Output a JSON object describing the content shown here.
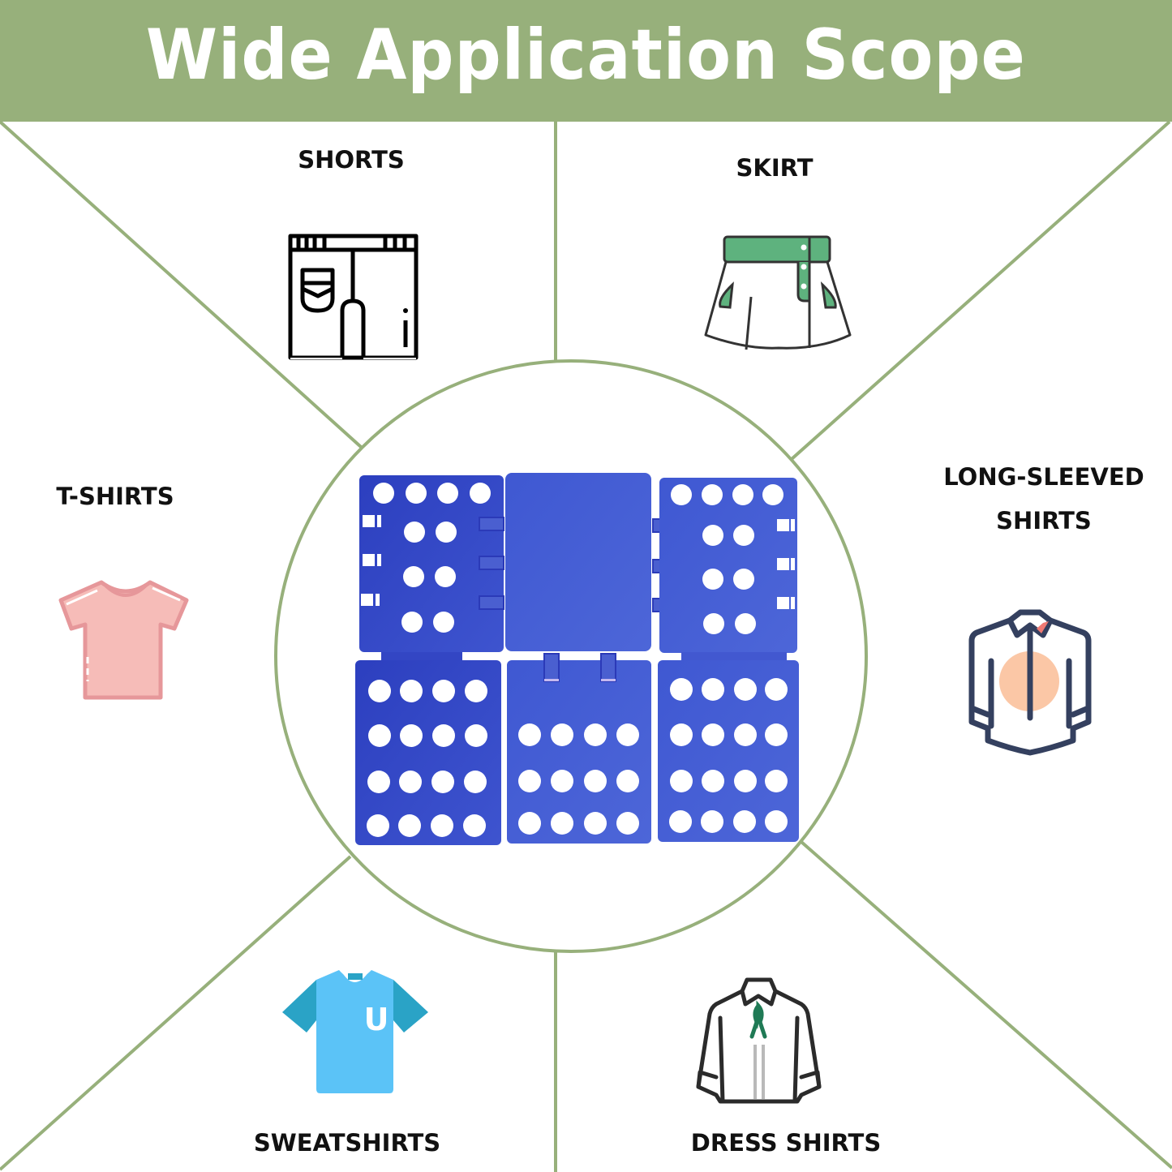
{
  "header": {
    "title": "Wide Application Scope",
    "background": "#97b07b"
  },
  "colors": {
    "divider": "#97b07b",
    "board_blue": "#3a4fc9",
    "board_blue_dark": "#2437b0",
    "label_text": "#111111"
  },
  "categories": [
    {
      "id": "shorts",
      "label": "SHORTS",
      "icon": "shorts-icon"
    },
    {
      "id": "skirt",
      "label": "SKIRT",
      "icon": "skirt-icon"
    },
    {
      "id": "t-shirts",
      "label": "T-SHIRTS",
      "icon": "t-shirt-icon"
    },
    {
      "id": "long-sleeved-shirts",
      "label_line1": "LONG-SLEEVED",
      "label_line2": "SHIRTS",
      "icon": "long-sleeved-shirt-icon"
    },
    {
      "id": "sweatshirts",
      "label": "SWEATSHIRTS",
      "icon": "sweatshirt-icon"
    },
    {
      "id": "dress-shirts",
      "label": "DRESS SHIRTS",
      "icon": "dress-shirt-icon"
    }
  ],
  "center_image": {
    "description": "blue clothes folding board",
    "panels": 6
  },
  "sweatshirt_letter": "U"
}
